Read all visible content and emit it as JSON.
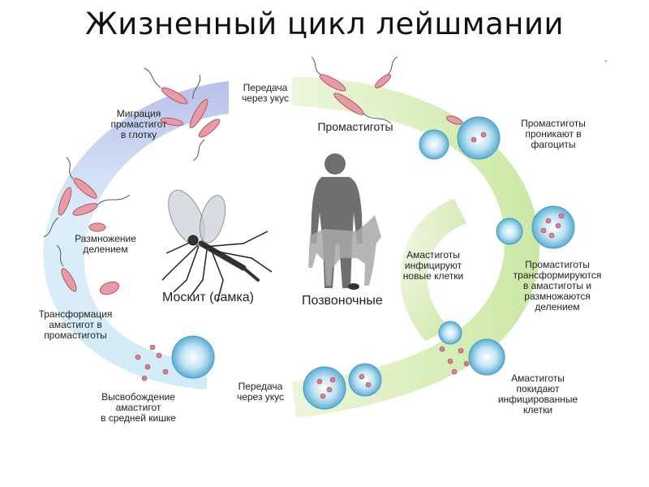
{
  "title": "Жизненный цикл лейшмании",
  "corner_mark": "-",
  "hosts": {
    "mosquito": "Москит (самка)",
    "vertebrate": "Позвоночные"
  },
  "labels": {
    "transfer_bite_top": "Передача\nчерез укус",
    "migration": "Миграция\nпромастигот\nв глотку",
    "reproduction": "Размножение\nделением",
    "transformation_to_promastigotes": "Трансформация\nамастигот в\nпромастиготы",
    "release_amastigotes": "Высвобождение\nамастигот\nв средней кишке",
    "transfer_bite_bottom": "Передача\nчерез укус",
    "promastigotes": "Промастиготы",
    "penetrate_phagocytes": "Промастиготы\nпроникают в\nфагоциты",
    "amastigotes_infect": "Амастиготы\nинфицируют\nновые клетки",
    "transform_multiply": "Промастиготы\nтрансформируются\nв амастиготы и\nразмножаются\nделением",
    "amastigotes_leave": "Амастиготы\nпокидают\nинфицированные\nклетки"
  },
  "colors": {
    "mosquito_band_top": "#b8bde8",
    "mosquito_band_bottom": "#cfeaf7",
    "vertebrate_band": "#cfe9a8",
    "parasite": "#e89aa6",
    "parasite_outline": "#b05566",
    "cell": "#8fc6e0"
  }
}
